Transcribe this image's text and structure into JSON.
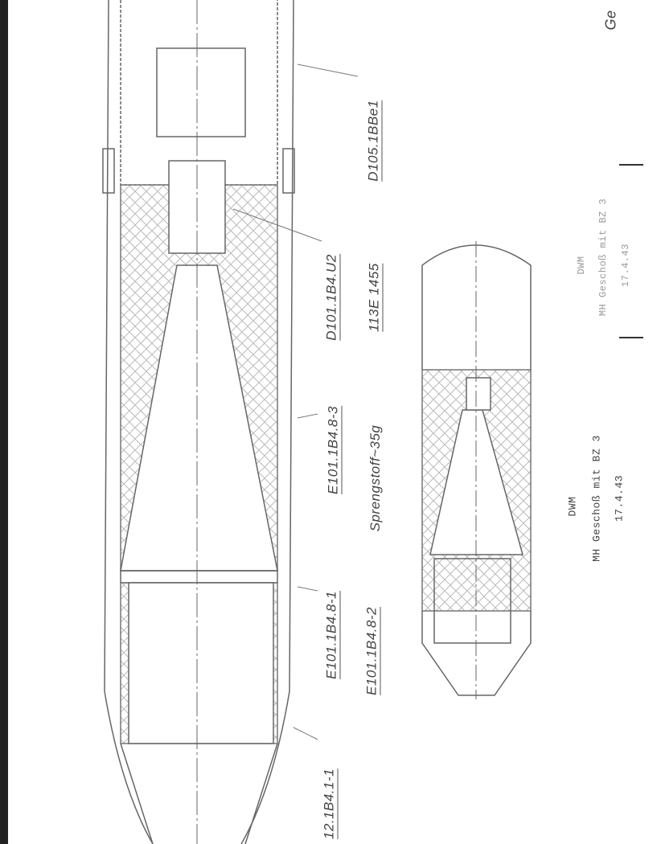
{
  "corner_text": "Ge",
  "labels": {
    "fuze": "D105.1BBe1",
    "booster": "D101.1B4.U2",
    "booster_sub": "113E 1455",
    "body_upper": "E101.1B4.8-3",
    "explosive": "Sprengstoff~35g",
    "body_lower": "E101.1B4.8-1",
    "body_lower_b": "E101.1B4.8-2",
    "nose": "12.1B4.1-1"
  },
  "caption": {
    "maker": "DWM",
    "title": "MH Geschoß mit BZ 3",
    "date": "17.4.43"
  },
  "faint_caption": {
    "maker": "DWM",
    "title": "MH Geschoß mit BZ 3",
    "date": "17.4.43"
  }
}
